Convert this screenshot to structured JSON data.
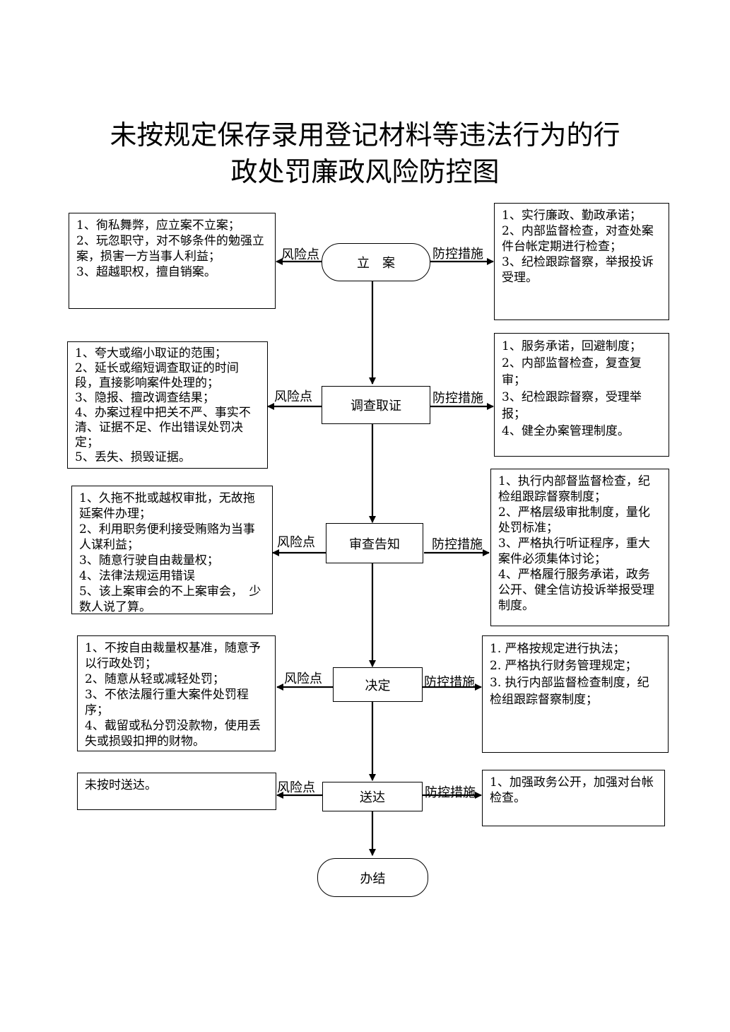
{
  "title": {
    "line1": "未按规定保存录用登记材料等违法行为的行",
    "line2": "政处罚廉政风险防控图"
  },
  "labels": {
    "risk": "风险点",
    "control": "防控措施"
  },
  "steps": [
    {
      "name": "立　案",
      "risks": [
        "1、徇私舞弊，应立案不立案；",
        "2、玩忽职守，对不够条件的勉强立案，损害一方当事人利益；",
        "3、超越职权，擅自销案。"
      ],
      "controls": [
        "1、实行廉政、勤政承诺；",
        "2、内部监督检查，对查处案件台帐定期进行检查；",
        "3、纪检跟踪督察，举报投诉受理。"
      ]
    },
    {
      "name": "调查取证",
      "risks": [
        "1、夸大或缩小取证的范围；",
        "2、延长或缩短调查取证的时间段，直接影响案件处理的；",
        "3、隐报、擅改调查结果；",
        "4、办案过程中把关不严、事实不清、证据不足、作出错误处罚决定；",
        "5、丢失、损毁证据。"
      ],
      "controls": [
        "1、服务承诺，回避制度；",
        "2、内部监督检查，复查复审；",
        "3、纪检跟踪督察，受理举报；",
        "4、健全办案管理制度。"
      ]
    },
    {
      "name": "审查告知",
      "risks": [
        "1、久拖不批或越权审批，无故拖延案件办理；",
        "2、利用职务便利接受贿赂为当事人谋利益；",
        "3、随意行驶自由裁量权；",
        "4、法律法规运用错误",
        "5、该上案审会的不上案审会，　少数人说了算。"
      ],
      "controls": [
        "1、执行内部督监督检查，纪检组跟踪督察制度；",
        "2、严格层级审批制度，量化处罚标准；",
        "3、严格执行听证程序，重大案件必须集体讨论；",
        "4、严格履行服务承诺，政务公开、健全信访投诉举报受理制度。"
      ]
    },
    {
      "name": "决定",
      "risks": [
        "1、不按自由裁量权基准，随意予以行政处罚；",
        "2、随意从轻或减轻处罚；",
        "3、不依法履行重大案件处罚程序；",
        "4、截留或私分罚没款物，使用丢失或损毁扣押的财物。"
      ],
      "controls": [
        "1. 严格按规定进行执法；",
        "2. 严格执行财务管理规定；",
        "3. 执行内部监督检查制度，纪检组跟踪督察制度；"
      ]
    },
    {
      "name": "送达",
      "risks": [
        "未按时送达。"
      ],
      "controls": [
        "1、加强政务公开，加强对台帐检查。"
      ]
    }
  ],
  "end": "办结"
}
